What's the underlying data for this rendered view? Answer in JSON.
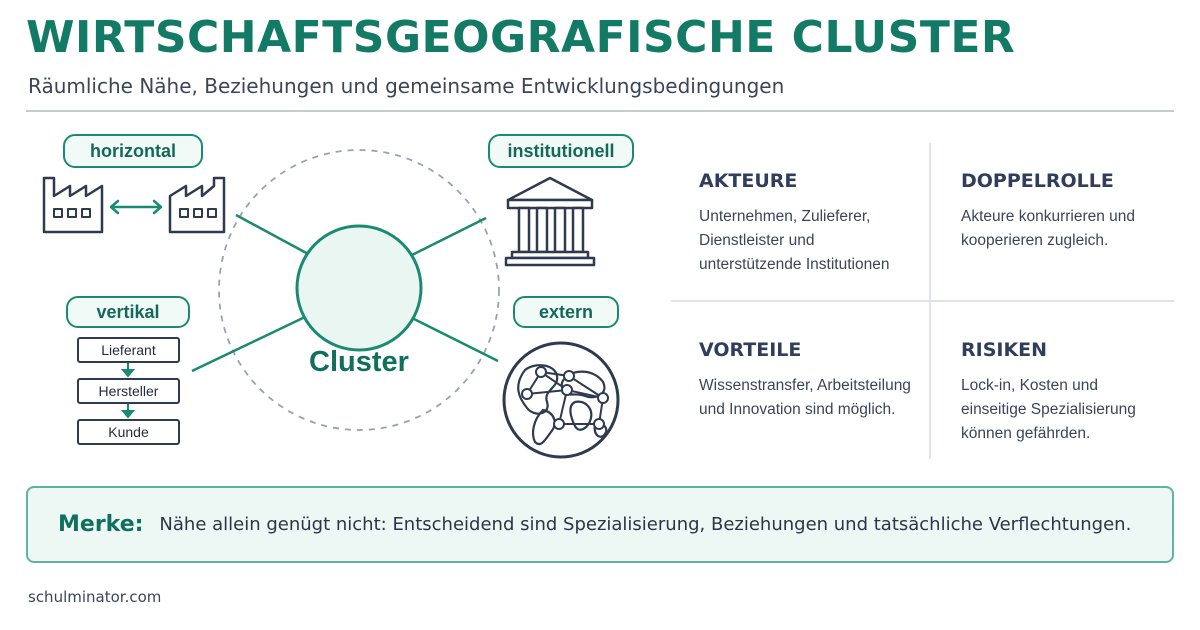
{
  "title": "WIRTSCHAFTSGEOGRAFISCHE CLUSTER",
  "subtitle": "Räumliche Nähe, Beziehungen und gemeinsame Entwicklungsbedingungen",
  "diagram": {
    "center": "Cluster",
    "labels": {
      "horizontal": "horizontal",
      "institutional": "institutionell",
      "vertical": "vertikal",
      "external": "extern"
    },
    "chain": [
      "Lieferant",
      "Hersteller",
      "Kunde"
    ],
    "icons": [
      "factory-icon",
      "double-arrow-icon",
      "building-columns-icon",
      "globe-network-icon"
    ],
    "colors": {
      "accent": "#1a8a72",
      "icon": "#2e3a4f"
    }
  },
  "grid": {
    "akteure": {
      "heading": "AKTEURE",
      "text": "Unternehmen, Zulieferer, Dienstleister und unterstützende Institutionen"
    },
    "doppelrolle": {
      "heading": "DOPPELROLLE",
      "text": "Akteure konkurrieren und kooperieren zugleich."
    },
    "vorteile": {
      "heading": "VORTEILE",
      "text": "Wissenstransfer, Arbeitsteilung und Innovation sind möglich."
    },
    "risiken": {
      "heading": "RISIKEN",
      "text": "Lock-in, Kosten und einseitige Spezialisierung können gefährden."
    }
  },
  "merke": {
    "label": "Merke:",
    "text": "Nähe allein genügt nicht: Entscheidend sind Spezialisierung, Beziehungen und tatsächliche Verflechtungen."
  },
  "footer": "schulminator.com"
}
